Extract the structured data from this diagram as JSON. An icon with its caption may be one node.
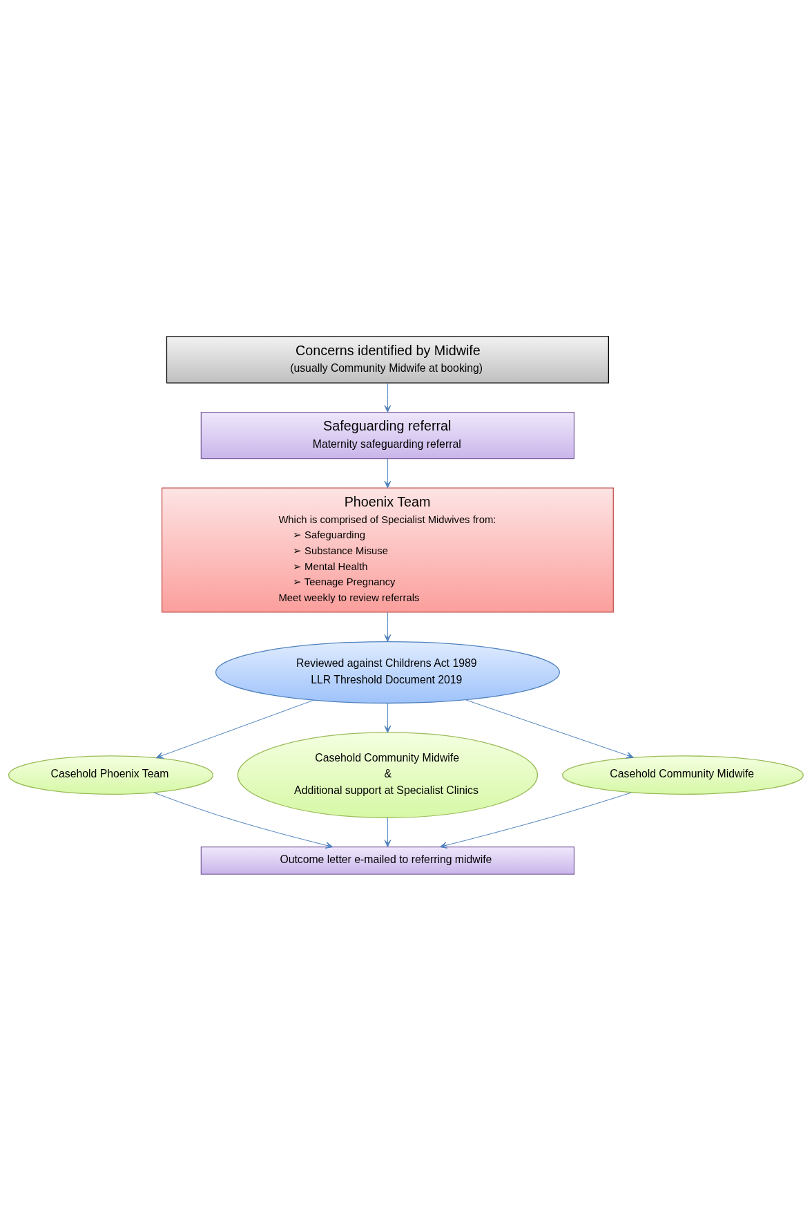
{
  "diagram": {
    "nodes": [
      {
        "text": [
          "Concerns identified by Midwife",
          "(usually Community Midwife at booking)"
        ]
      },
      {
        "text": [
          "Safeguarding referral",
          "Maternity safeguarding referral"
        ]
      },
      {
        "text": [
          "Phoenix Team",
          "Which is comprised of Specialist Midwives from:",
          "➢ Safeguarding",
          "➢ Substance Misuse",
          "➢ Mental Health",
          "➢ Teenage Pregnancy",
          "Meet weekly to review referrals"
        ]
      },
      {
        "text": [
          "Reviewed against Childrens Act 1989",
          "LLR Threshold Document 2019"
        ]
      },
      {
        "text": [
          "Casehold Phoenix Team"
        ]
      },
      {
        "text": [
          "Casehold Community Midwife",
          "&",
          "Additional support at Specialist Clinics"
        ]
      },
      {
        "text": [
          "Casehold Community Midwife"
        ]
      },
      {
        "text": [
          "Outcome letter e-mailed to referring midwife"
        ]
      }
    ],
    "edges": [
      {
        "from": 0,
        "to": 1,
        "arrow": "to"
      },
      {
        "from": 1,
        "to": 2,
        "arrow": "to"
      },
      {
        "from": 2,
        "to": 3,
        "arrow": "to"
      },
      {
        "from": 3,
        "to": 4,
        "arrow": "to"
      },
      {
        "from": 3,
        "to": 5,
        "arrow": "to"
      },
      {
        "from": 3,
        "to": 6,
        "arrow": "to"
      },
      {
        "from": 4,
        "to": 7,
        "arrow": "to"
      },
      {
        "from": 5,
        "to": 7,
        "arrow": "to"
      },
      {
        "from": 6,
        "to": 7,
        "arrow": "to"
      }
    ]
  }
}
